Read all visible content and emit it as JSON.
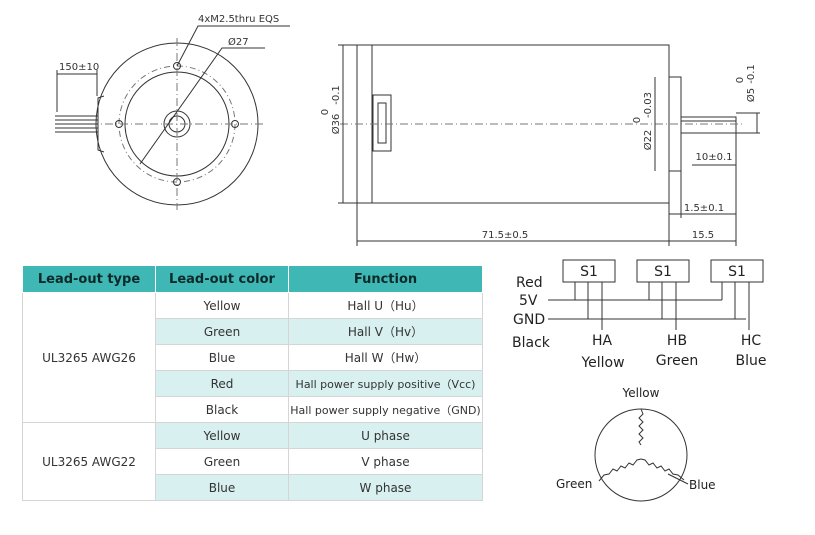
{
  "front_view": {
    "hole_note": "4xM2.5thru EQS",
    "bolt_circle": "Ø27",
    "lead_length": "150±10"
  },
  "side_view": {
    "body_diameter": "Ø36",
    "body_tol_upper": "0",
    "body_tol_lower": "-0.1",
    "boss_diameter": "Ø22",
    "boss_tol_upper": "0",
    "boss_tol_lower": "-0.03",
    "shaft_diameter": "Ø5",
    "shaft_tol_upper": "0",
    "shaft_tol_lower": "-0.1",
    "flat_length": "10±0.1",
    "boss_length": "1.5±0.1",
    "body_length": "71.5±0.5",
    "shaft_length": "15.5"
  },
  "table": {
    "headers": [
      "Lead-out type",
      "Lead-out color",
      "Function"
    ],
    "groups": [
      {
        "type": "UL3265  AWG26",
        "rows": [
          {
            "color": "Yellow",
            "function": "Hall U（Hu）"
          },
          {
            "color": "Green",
            "function": "Hall V（Hv）"
          },
          {
            "color": "Blue",
            "function": "Hall W（Hw）"
          },
          {
            "color": "Red",
            "function": "Hall power supply positive（Vcc)"
          },
          {
            "color": "Black",
            "function": "Hall power supply negative（GND)"
          }
        ]
      },
      {
        "type": "UL3265  AWG22",
        "rows": [
          {
            "color": "Yellow",
            "function": "U phase"
          },
          {
            "color": "Green",
            "function": "V phase"
          },
          {
            "color": "Blue",
            "function": "W phase"
          }
        ]
      }
    ]
  },
  "hall_circuit": {
    "sensor_label": "S1",
    "power_labels": [
      "Red",
      "5V",
      "GND",
      "Black"
    ],
    "outputs": [
      {
        "name": "HA",
        "color": "Yellow"
      },
      {
        "name": "HB",
        "color": "Green"
      },
      {
        "name": "HC",
        "color": "Blue"
      }
    ]
  },
  "winding": {
    "top": "Yellow",
    "left": "Green",
    "right": "Blue"
  }
}
